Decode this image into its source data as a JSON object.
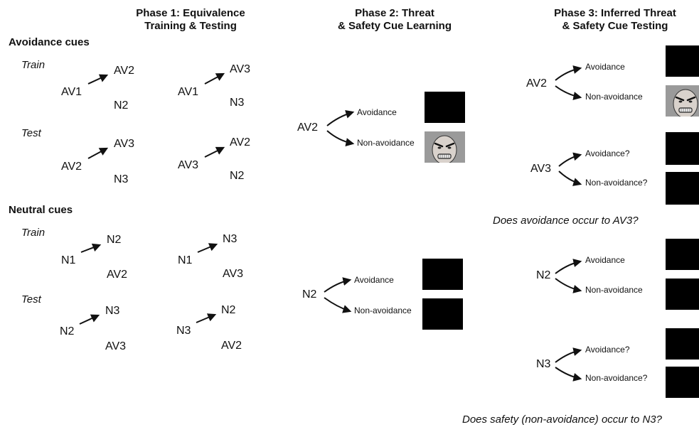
{
  "phases": {
    "p1_line1": "Phase 1: Equivalence",
    "p1_line2": "Training & Testing",
    "p2_line1": "Phase 2: Threat",
    "p2_line2": "& Safety Cue Learning",
    "p3_line1": "Phase 3: Inferred Threat",
    "p3_line2": "& Safety Cue Testing"
  },
  "phase1": {
    "avoidance_title": "Avoidance cues",
    "neutral_title": "Neutral cues",
    "train_label": "Train",
    "test_label": "Test",
    "avoid_train": [
      {
        "sample": "AV1",
        "target": "AV2",
        "foil": "N2"
      },
      {
        "sample": "AV1",
        "target": "AV3",
        "foil": "N3"
      }
    ],
    "avoid_test": [
      {
        "sample": "AV2",
        "target": "AV3",
        "foil": "N3"
      },
      {
        "sample": "AV3",
        "target": "AV2",
        "foil": "N2"
      }
    ],
    "neutral_train": [
      {
        "sample": "N1",
        "target": "N2",
        "foil": "AV2"
      },
      {
        "sample": "N1",
        "target": "N3",
        "foil": "AV3"
      }
    ],
    "neutral_test": [
      {
        "sample": "N2",
        "target": "N3",
        "foil": "AV3"
      },
      {
        "sample": "N3",
        "target": "N2",
        "foil": "AV2"
      }
    ]
  },
  "phase2": {
    "av2": {
      "cue": "AV2",
      "avoid": "Avoidance",
      "nonavoid": "Non-avoidance"
    },
    "n2": {
      "cue": "N2",
      "avoid": "Avoidance",
      "nonavoid": "Non-avoidance"
    }
  },
  "phase3": {
    "av2": {
      "cue": "AV2",
      "avoid": "Avoidance",
      "nonavoid": "Non-avoidance"
    },
    "av3": {
      "cue": "AV3",
      "avoid": "Avoidance?",
      "nonavoid": "Non-avoidance?"
    },
    "question1": "Does avoidance occur to AV3?",
    "n2": {
      "cue": "N2",
      "avoid": "Avoidance",
      "nonavoid": "Non-avoidance"
    },
    "n3": {
      "cue": "N3",
      "avoid": "Avoidance?",
      "nonavoid": "Non-avoidance?"
    },
    "question2": "Does safety (non-avoidance) occur to N3?"
  },
  "icons": {
    "outcome_box": "black-square",
    "threat_image": "angry-face-icon"
  },
  "colors": {
    "ink": "#111111",
    "box": "#000000",
    "background": "#ffffff"
  }
}
